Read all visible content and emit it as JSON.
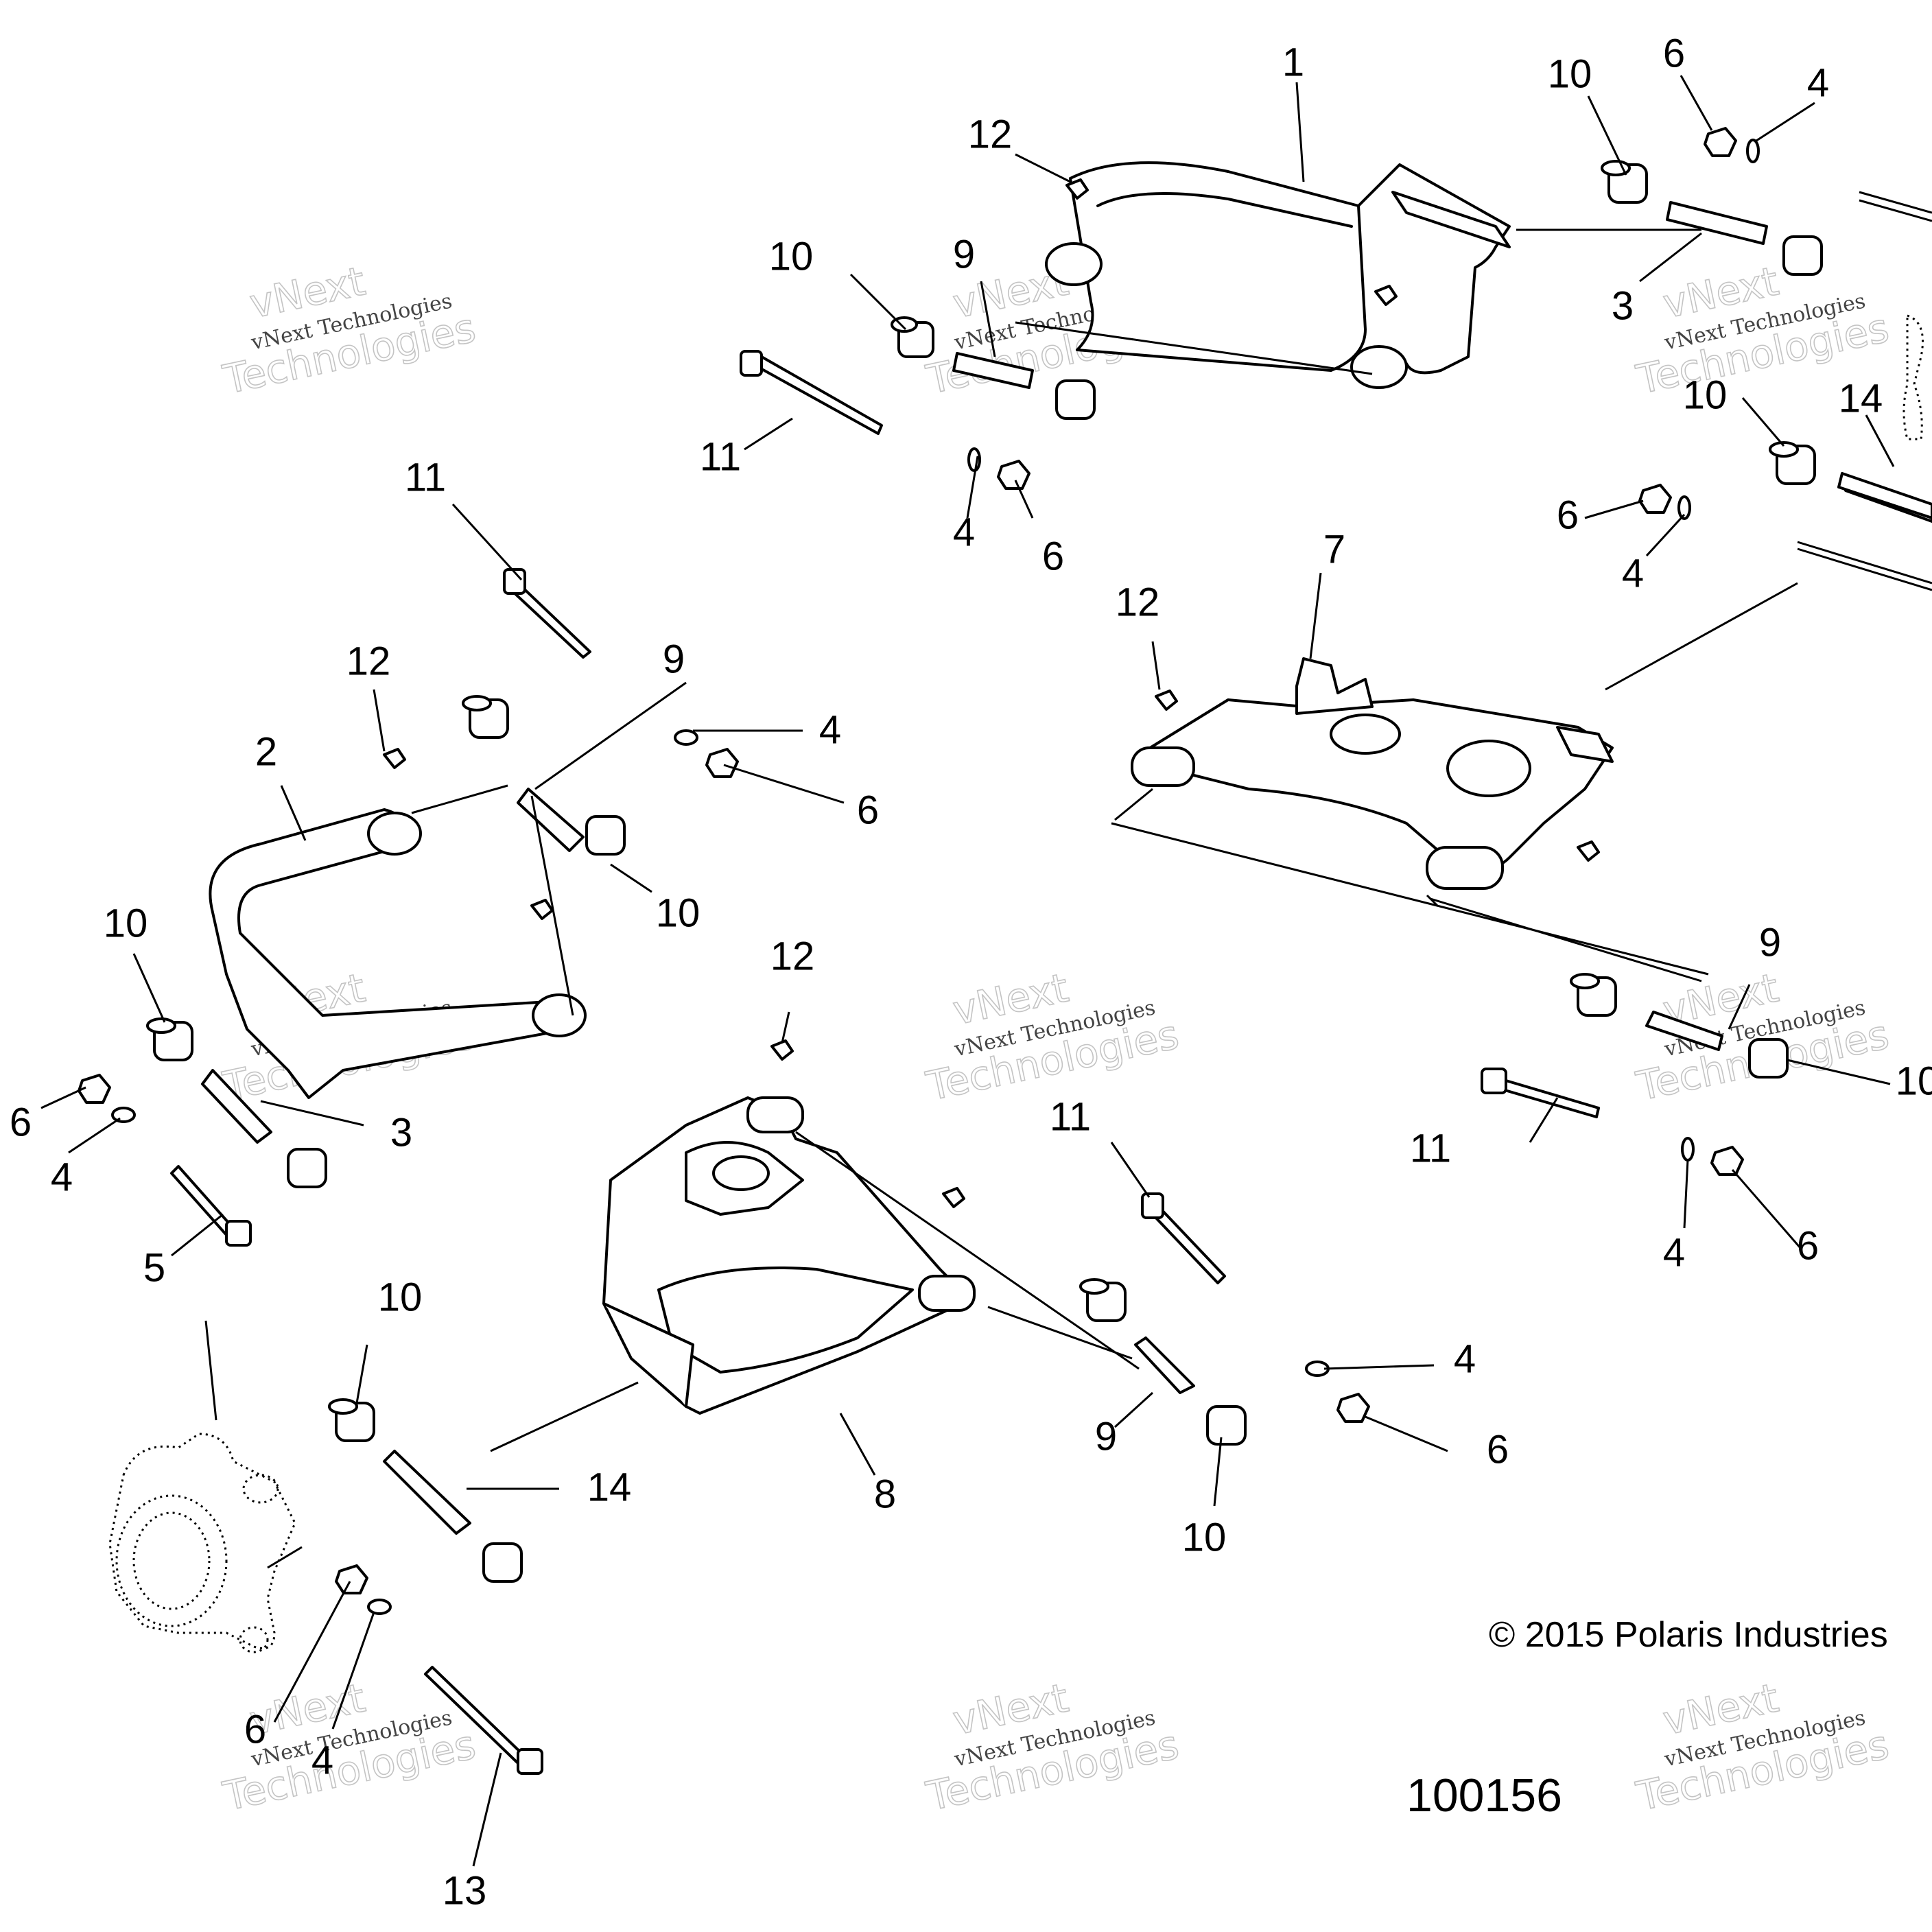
{
  "copyright": "© 2015 Polaris Industries",
  "diagram_code": "100156",
  "watermark": {
    "small": "vNext Technologies",
    "big_top": "vNext",
    "big_bottom": "Technologies"
  },
  "callouts": {
    "c1": "1",
    "c2": "2",
    "c3": "3",
    "c4": "4",
    "c5": "5",
    "c6": "6",
    "c7": "7",
    "c8": "8",
    "c9": "9",
    "c10": "10",
    "c11": "11",
    "c12": "12",
    "c13": "13",
    "c14": "14"
  }
}
